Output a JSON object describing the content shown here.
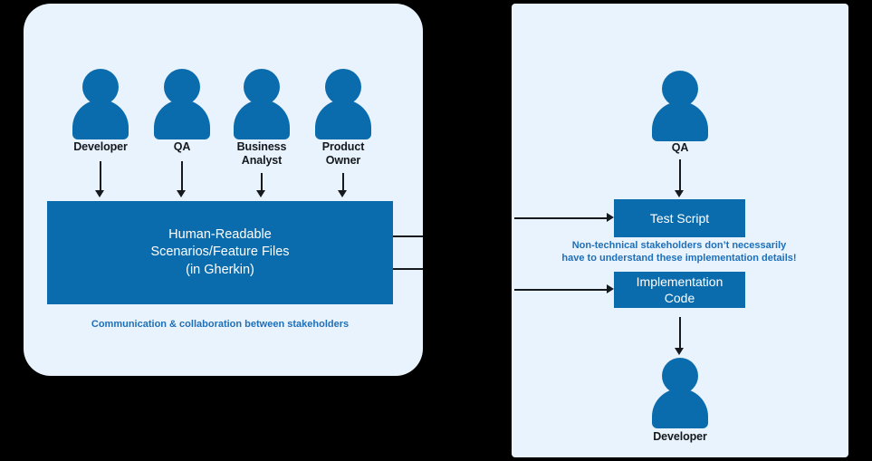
{
  "colors": {
    "page_background": "#000000",
    "panel_background": "#e9f3fd",
    "brand_blue": "#0b6cad",
    "caption_blue": "#1f6fb8",
    "arrow_black": "#16191d",
    "label_black": "#15181c",
    "box_text": "#ffffff"
  },
  "left_panel": {
    "stakeholders": [
      {
        "label": "Developer",
        "icon": "person-icon"
      },
      {
        "label": "QA",
        "icon": "person-icon"
      },
      {
        "label": "Business\nAnalyst",
        "line1": "Business",
        "line2": "Analyst",
        "icon": "person-icon"
      },
      {
        "label": "Product\nOwner",
        "line1": "Product",
        "line2": "Owner",
        "icon": "person-icon"
      }
    ],
    "main_box": {
      "line1": "Human-Readable",
      "line2": "Scenarios/Feature Files",
      "line3": "(in Gherkin)"
    },
    "caption": "Communication & collaboration between stakeholders"
  },
  "right_panel": {
    "qa_label": "QA",
    "test_script_box": "Test Script",
    "implementation_code_box": {
      "line1": "Implementation",
      "line2": "Code"
    },
    "developer_label": "Developer",
    "caption": {
      "line1": "Non-technical stakeholders don’t necessarily",
      "line2": "have to understand these implementation details!"
    }
  }
}
